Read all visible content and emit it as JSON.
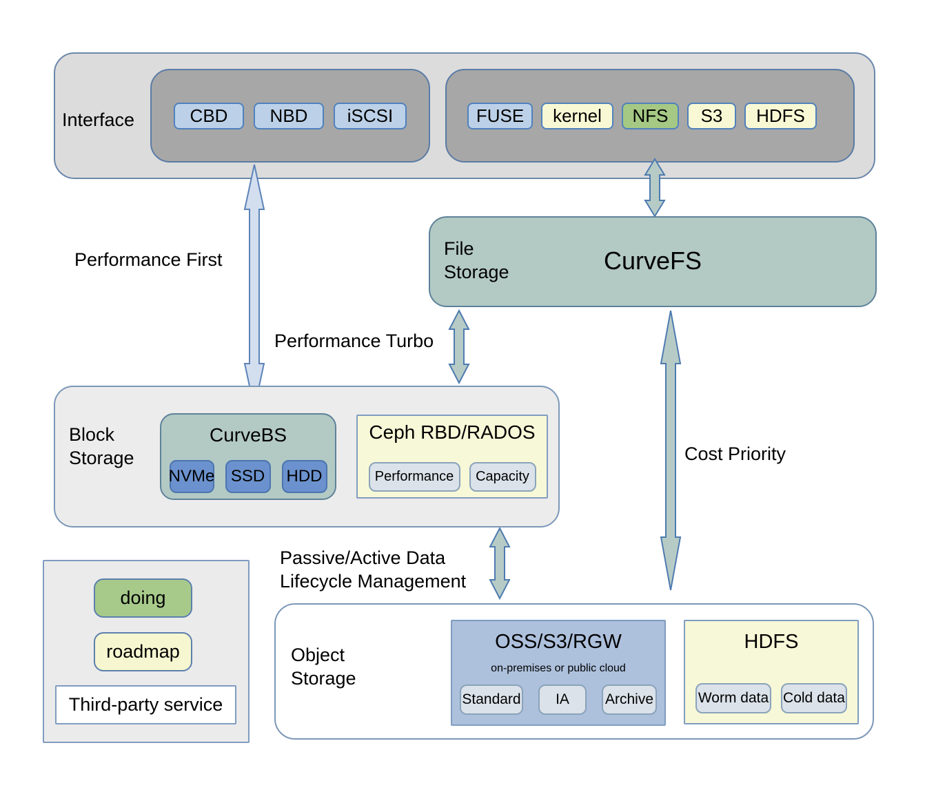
{
  "colors": {
    "doing_green": "#a7ca8b",
    "roadmap_yellow": "#f6f7d0",
    "interface_chip_blue": "#bcd1e8",
    "curve_teal": "#b3c9c4",
    "device_blue": "#6b92ce",
    "dark_group_gray": "#a7a7a7",
    "container_gray": "#dcdcdc",
    "oss_blue": "#adc0dc",
    "arrow_blue_fill": "#d3deef",
    "arrow_teal_fill": "#b7cbc6"
  },
  "interface": {
    "label": "Interface",
    "block_chips": [
      {
        "label": "CBD"
      },
      {
        "label": "NBD"
      },
      {
        "label": "iSCSI"
      }
    ],
    "file_chips": [
      {
        "label": "FUSE"
      },
      {
        "label": "kernel"
      },
      {
        "label": "NFS"
      },
      {
        "label": "S3"
      },
      {
        "label": "HDFS"
      }
    ]
  },
  "file_storage": {
    "label_line1": "File",
    "label_line2": "Storage",
    "product": "CurveFS"
  },
  "block_storage": {
    "label_line1": "Block",
    "label_line2": "Storage",
    "curvebs": {
      "title": "CurveBS",
      "devices": [
        {
          "label": "NVMe"
        },
        {
          "label": "SSD"
        },
        {
          "label": "HDD"
        }
      ]
    },
    "ceph": {
      "title": "Ceph RBD/RADOS",
      "pools": [
        {
          "label": "Performance"
        },
        {
          "label": "Capacity"
        }
      ]
    }
  },
  "object_storage": {
    "label_line1": "Object",
    "label_line2": "Storage",
    "oss": {
      "title": "OSS/S3/RGW",
      "subtitle": "on-premises or public cloud",
      "tiers": [
        {
          "label": "Standard"
        },
        {
          "label": "IA"
        },
        {
          "label": "Archive"
        }
      ]
    },
    "hdfs": {
      "title": "HDFS",
      "tiers": [
        {
          "label": "Worm data"
        },
        {
          "label": "Cold data"
        }
      ]
    }
  },
  "arrows": {
    "performance_first": "Performance First",
    "performance_turbo": "Performance Turbo",
    "cost_priority": "Cost Priority",
    "lifecycle_line1": "Passive/Active Data",
    "lifecycle_line2": "Lifecycle Management"
  },
  "legend": {
    "doing": "doing",
    "roadmap": "roadmap",
    "third_party": "Third-party service"
  }
}
